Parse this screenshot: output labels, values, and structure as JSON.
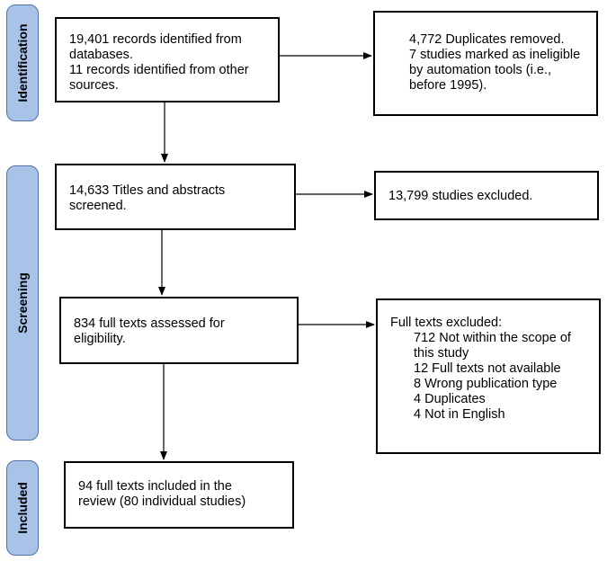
{
  "phases": {
    "identification": "Identification",
    "screening": "Screening",
    "included": "Included"
  },
  "boxes": {
    "records": {
      "lines": [
        "19,401 records identified from",
        "databases.",
        "11 records identified from other",
        "sources."
      ]
    },
    "duplicates_removed": {
      "lines": [
        "4,772 Duplicates removed.",
        "7 studies marked as ineligible",
        "by automation tools (i.e.,",
        "before 1995)."
      ]
    },
    "screened": {
      "lines": [
        "14,633 Titles and abstracts",
        "screened."
      ]
    },
    "excluded_studies": {
      "lines": [
        "13,799 studies excluded."
      ]
    },
    "full_texts_assessed": {
      "lines": [
        "834 full texts assessed for",
        "eligibility."
      ]
    },
    "full_texts_excluded": {
      "heading": "Full texts excluded:",
      "items": [
        "712 Not within the scope of",
        "this study",
        "12 Full texts not available",
        "8 Wrong publication type",
        "4 Duplicates",
        "4 Not in English"
      ]
    },
    "included_texts": {
      "lines": [
        "94 full texts included in the",
        "review (80 individual studies)"
      ]
    }
  },
  "colors": {
    "phase_fill": "#a9c2e8",
    "phase_border": "#4f72a8",
    "box_border": "#000000",
    "arrow": "#000000"
  }
}
